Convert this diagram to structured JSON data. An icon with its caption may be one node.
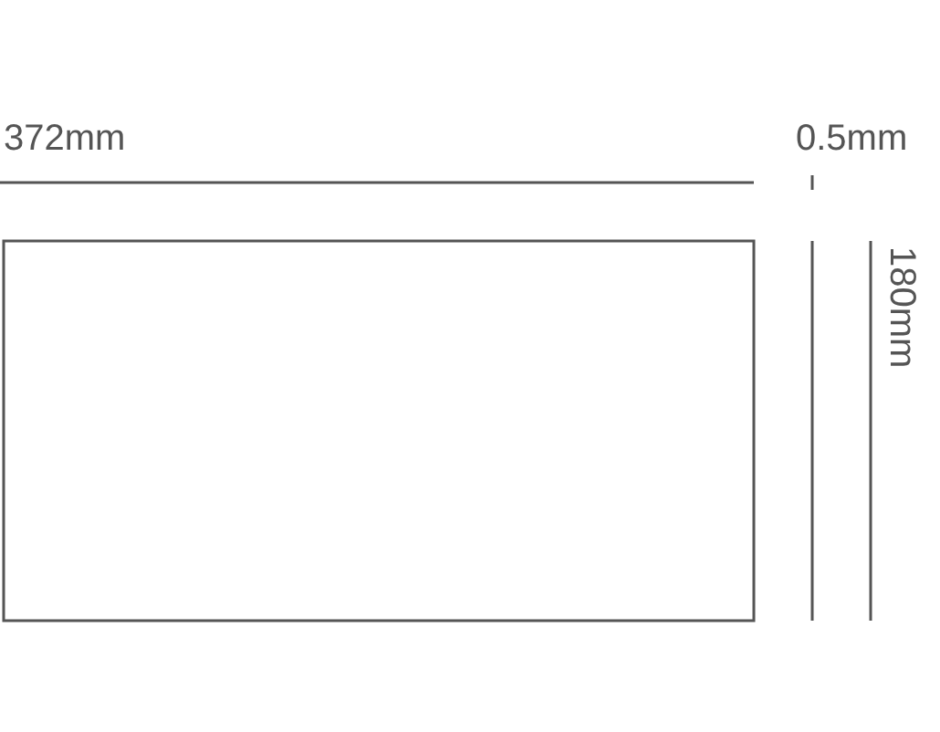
{
  "diagram": {
    "labels": [
      "372mm",
      "0.5mm",
      "180mm"
    ]
  }
}
